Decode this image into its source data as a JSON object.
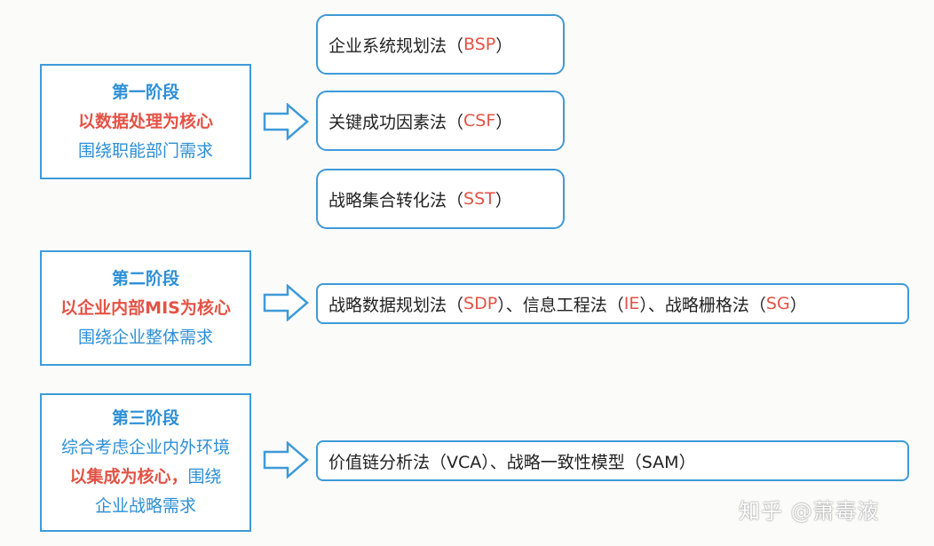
{
  "stages": [
    {
      "lines": [
        {
          "text": "第一阶段",
          "style": "title"
        },
        {
          "text": "以数据处理为核心",
          "style": "red"
        },
        {
          "text": "围绕职能部门需求",
          "style": "blue"
        }
      ]
    },
    {
      "lines": [
        {
          "text": "第二阶段",
          "style": "title"
        },
        {
          "text": "以企业内部MIS为核心",
          "style": "red"
        },
        {
          "text": "围绕企业整体需求",
          "style": "blue"
        }
      ]
    },
    {
      "lines": [
        {
          "text": "第三阶段",
          "style": "title"
        },
        {
          "text": "综合考虑企业内外环境",
          "style": "blue"
        },
        {
          "text": "以集成为核心，",
          "style": "red",
          "suffix": "围绕"
        },
        {
          "text": "企业战略需求",
          "style": "blue"
        }
      ]
    }
  ],
  "methods": {
    "bsp": {
      "name": "企业系统规划法",
      "open": "（",
      "abbr": "BSP",
      "close": "）"
    },
    "csf": {
      "name": "关键成功因素法",
      "open": "（",
      "abbr": "CSF",
      "close": "）"
    },
    "sst": {
      "name": "战略集合转化法",
      "open": "（",
      "abbr": "SST",
      "close": "）"
    },
    "stage2": {
      "a_name": "战略数据规划法",
      "a_open": "（",
      "a_abbr": "SDP",
      "a_close": "）、",
      "b_name": "信息工程法",
      "b_open": "（",
      "b_abbr": "IE",
      "b_close": "）、",
      "c_name": "战略栅格法",
      "c_open": "（",
      "c_abbr": "SG",
      "c_close": "）"
    },
    "stage3": {
      "text": "价值链分析法（VCA）、战略一致性模型（SAM）"
    }
  },
  "watermark": "知乎 @萧毒液",
  "colors": {
    "border": "#3f9ad8",
    "blue": "#2d8fd6",
    "red": "#e35245",
    "text": "#222222"
  }
}
